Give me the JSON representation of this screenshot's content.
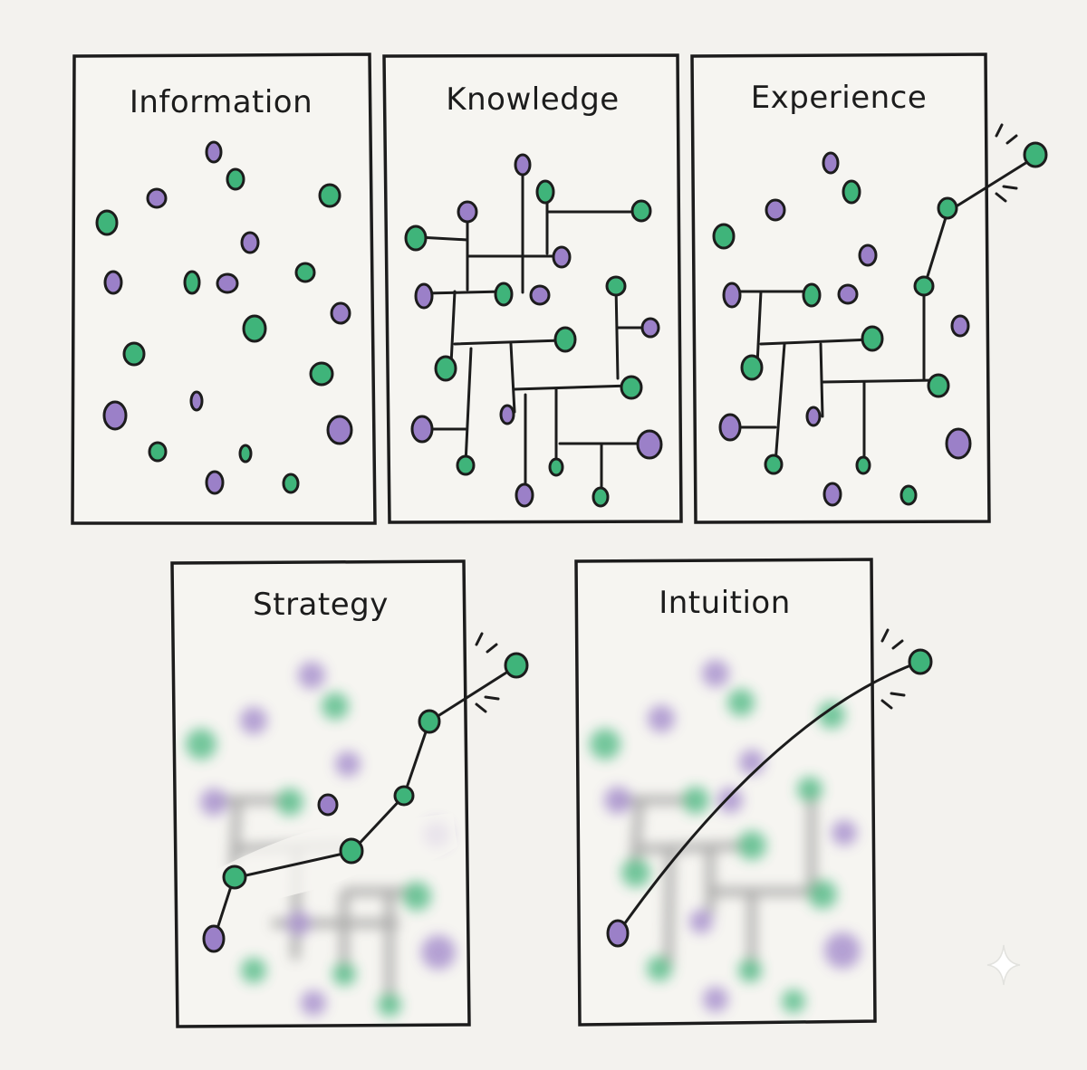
{
  "colors": {
    "background": "#f3f2ee",
    "ink": "#1c1c1c",
    "green_node": "#3fb47a",
    "purple_node": "#9b80c8"
  },
  "panels": [
    {
      "id": "information",
      "title": "Information"
    },
    {
      "id": "knowledge",
      "title": "Knowledge"
    },
    {
      "id": "experience",
      "title": "Experience"
    },
    {
      "id": "strategy",
      "title": "Strategy"
    },
    {
      "id": "intuition",
      "title": "Intuition"
    }
  ],
  "decoration": {
    "corner_mark": "sparkle-icon"
  }
}
